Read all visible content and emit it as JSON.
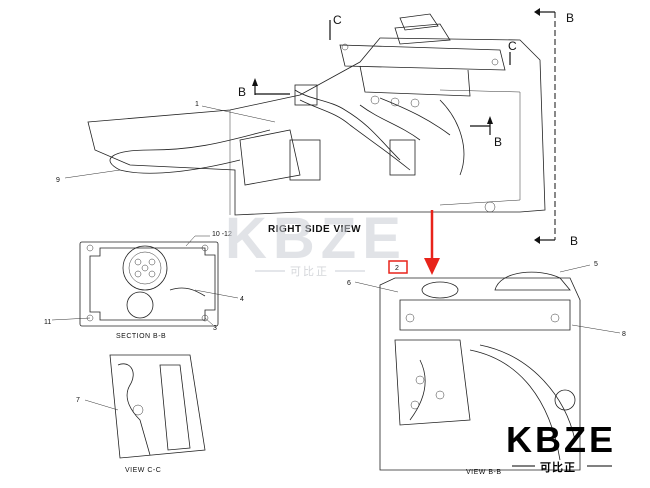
{
  "top_view": {
    "section_letters": {
      "c_left": "C",
      "c_right": "C",
      "b_left": "B",
      "b_right": "B",
      "b_top": "B",
      "b_bottom": "B"
    },
    "callouts": {
      "c1": "1",
      "c9": "9"
    },
    "title": "RIGHT SIDE VIEW"
  },
  "section_bb": {
    "callouts": {
      "c10_12": "10 -12",
      "c4": "4",
      "c11": "11",
      "c3": "3"
    },
    "caption": "SECTION B-B"
  },
  "view_cc": {
    "callouts": {
      "c7": "7"
    },
    "caption": "VIEW C-C"
  },
  "view_bb": {
    "callouts": {
      "c2": "2",
      "c5": "5",
      "c6": "6",
      "c8": "8"
    },
    "caption": "VIEW B-B"
  },
  "watermark": {
    "main": "KBZE",
    "sub": "可比正"
  },
  "logo": {
    "main": "KBZE",
    "sub": "可比正"
  },
  "colors": {
    "highlight": "#e8231a",
    "ink": "#111111",
    "watermark": "#c9cdd4"
  }
}
